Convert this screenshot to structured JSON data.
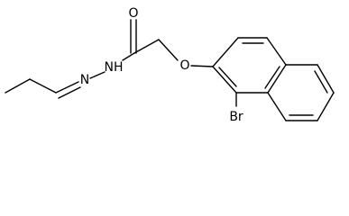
{
  "structure": {
    "atoms": {
      "O_carbonyl": "O",
      "N_hydrazide": "NH",
      "N_imine": "N",
      "O_ether": "O",
      "Br": "Br"
    }
  },
  "colors": {
    "bond": "#000000",
    "text": "#000000",
    "background": "#ffffff"
  }
}
